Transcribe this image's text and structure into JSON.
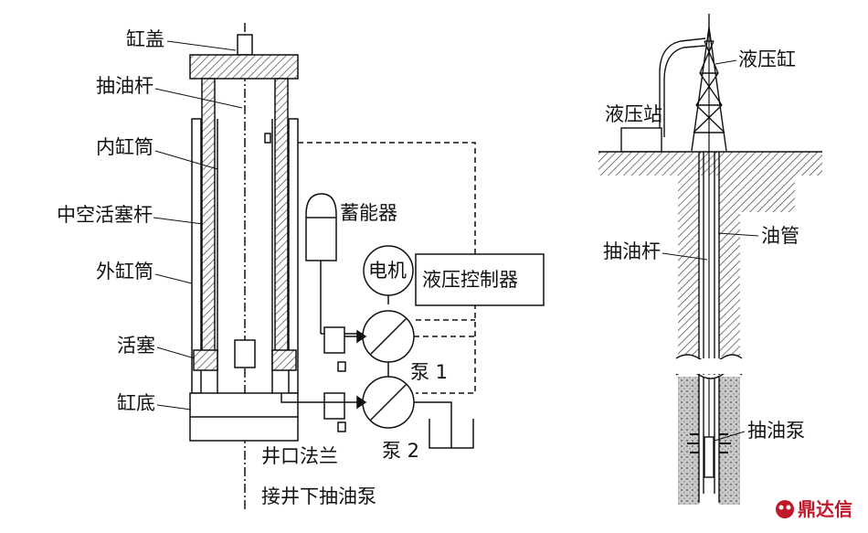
{
  "left_diagram": {
    "labels": {
      "cylinder_cover": "缸盖",
      "sucker_rod": "抽油杆",
      "inner_cylinder": "内缸筒",
      "hollow_piston_rod": "中空活塞杆",
      "outer_cylinder": "外缸筒",
      "piston": "活塞",
      "cylinder_bottom": "缸底",
      "accumulator": "蓄能器",
      "motor": "电机",
      "hydraulic_controller": "液压控制器",
      "pump_1": "泵 1",
      "pump_2": "泵 2",
      "wellhead_flange": "井口法兰",
      "connect_downhole_pump": "接井下抽油泵"
    }
  },
  "right_diagram": {
    "labels": {
      "hydraulic_cylinder": "液压缸",
      "hydraulic_station": "液压站",
      "tubing": "油管",
      "sucker_rod": "抽油杆",
      "oil_pump": "抽油泵"
    }
  },
  "watermark": {
    "text": "鼎达信",
    "color": "#c0182b"
  }
}
